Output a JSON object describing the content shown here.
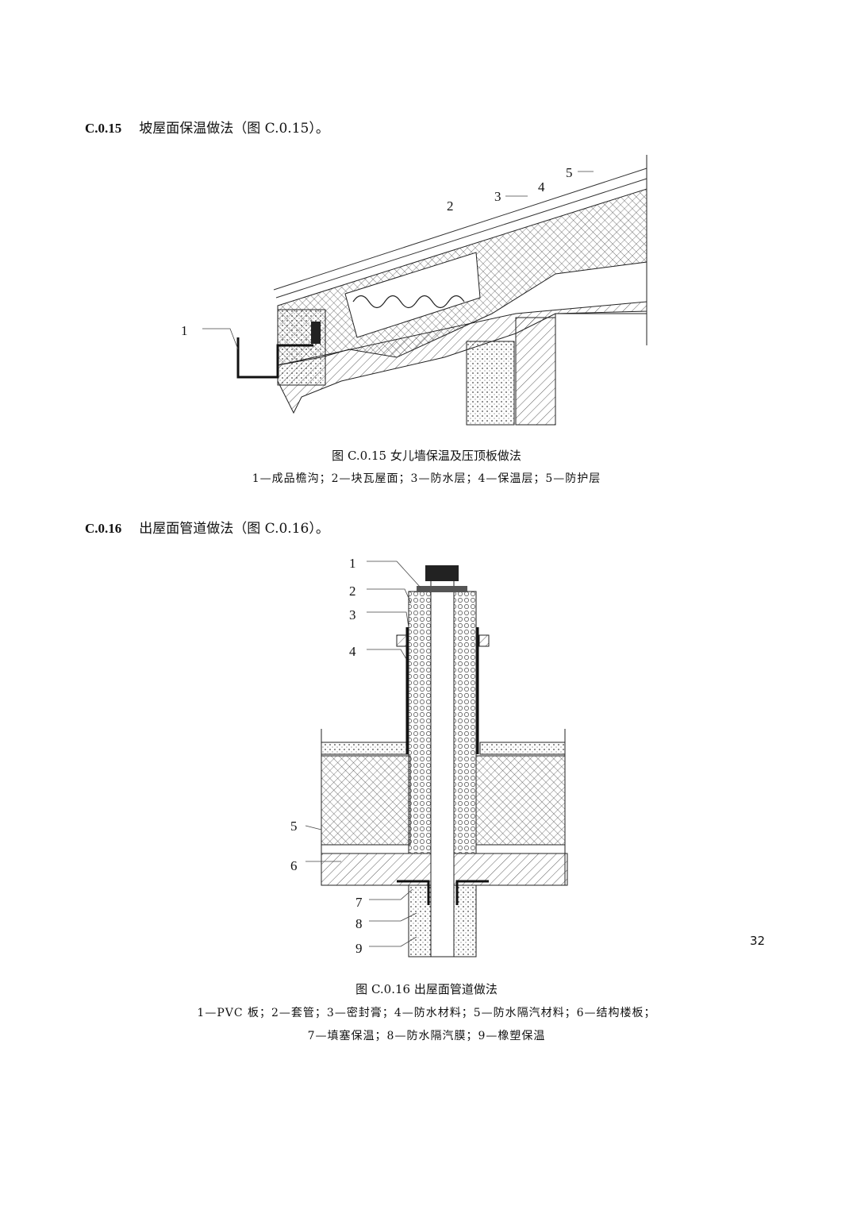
{
  "sections": [
    {
      "number": "C.0.15",
      "title": "坡屋面保温做法（图 C.0.15）。"
    },
    {
      "number": "C.0.16",
      "title": "出屋面管道做法（图 C.0.16）。"
    }
  ],
  "figures": [
    {
      "caption": "图 C.0.15  女儿墙保温及压顶板做法",
      "legend": [
        "1—成品檐沟；2—块瓦屋面；3—防水层；4—保温层；5—防护层"
      ],
      "callouts": [
        "1",
        "2",
        "3",
        "4",
        "5"
      ]
    },
    {
      "caption": "图 C.0.16  出屋面管道做法",
      "legend": [
        "1—PVC 板；2—套管；3—密封膏；4—防水材料；5—防水隔汽材料；6—结构楼板；",
        "7—填塞保温；8—防水隔汽膜；9—橡塑保温"
      ],
      "callouts": [
        "1",
        "2",
        "3",
        "4",
        "5",
        "6",
        "7",
        "8",
        "9"
      ]
    }
  ],
  "page_number": "32"
}
